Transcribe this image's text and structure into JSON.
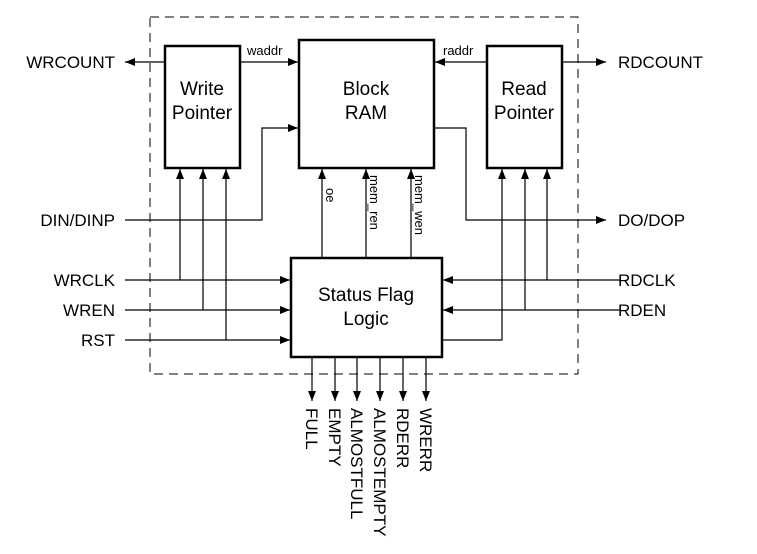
{
  "blocks": {
    "write_pointer": [
      "Write",
      "Pointer"
    ],
    "block_ram": [
      "Block",
      "RAM"
    ],
    "read_pointer": [
      "Read",
      "Pointer"
    ],
    "status_flag_logic": [
      "Status Flag",
      "Logic"
    ]
  },
  "internal_signals": {
    "waddr": "waddr",
    "raddr": "raddr",
    "oe": "oe",
    "mem_ren": "mem_ren",
    "mem_wen": "mem_wen"
  },
  "left_ports": [
    "WRCOUNT",
    "DIN/DINP",
    "WRCLK",
    "WREN",
    "RST"
  ],
  "right_ports": [
    "RDCOUNT",
    "DO/DOP",
    "RDCLK",
    "RDEN"
  ],
  "outputs": [
    "FULL",
    "EMPTY",
    "ALMOSTFULL",
    "ALMOSTEMPTY",
    "RDERR",
    "WRERR"
  ]
}
